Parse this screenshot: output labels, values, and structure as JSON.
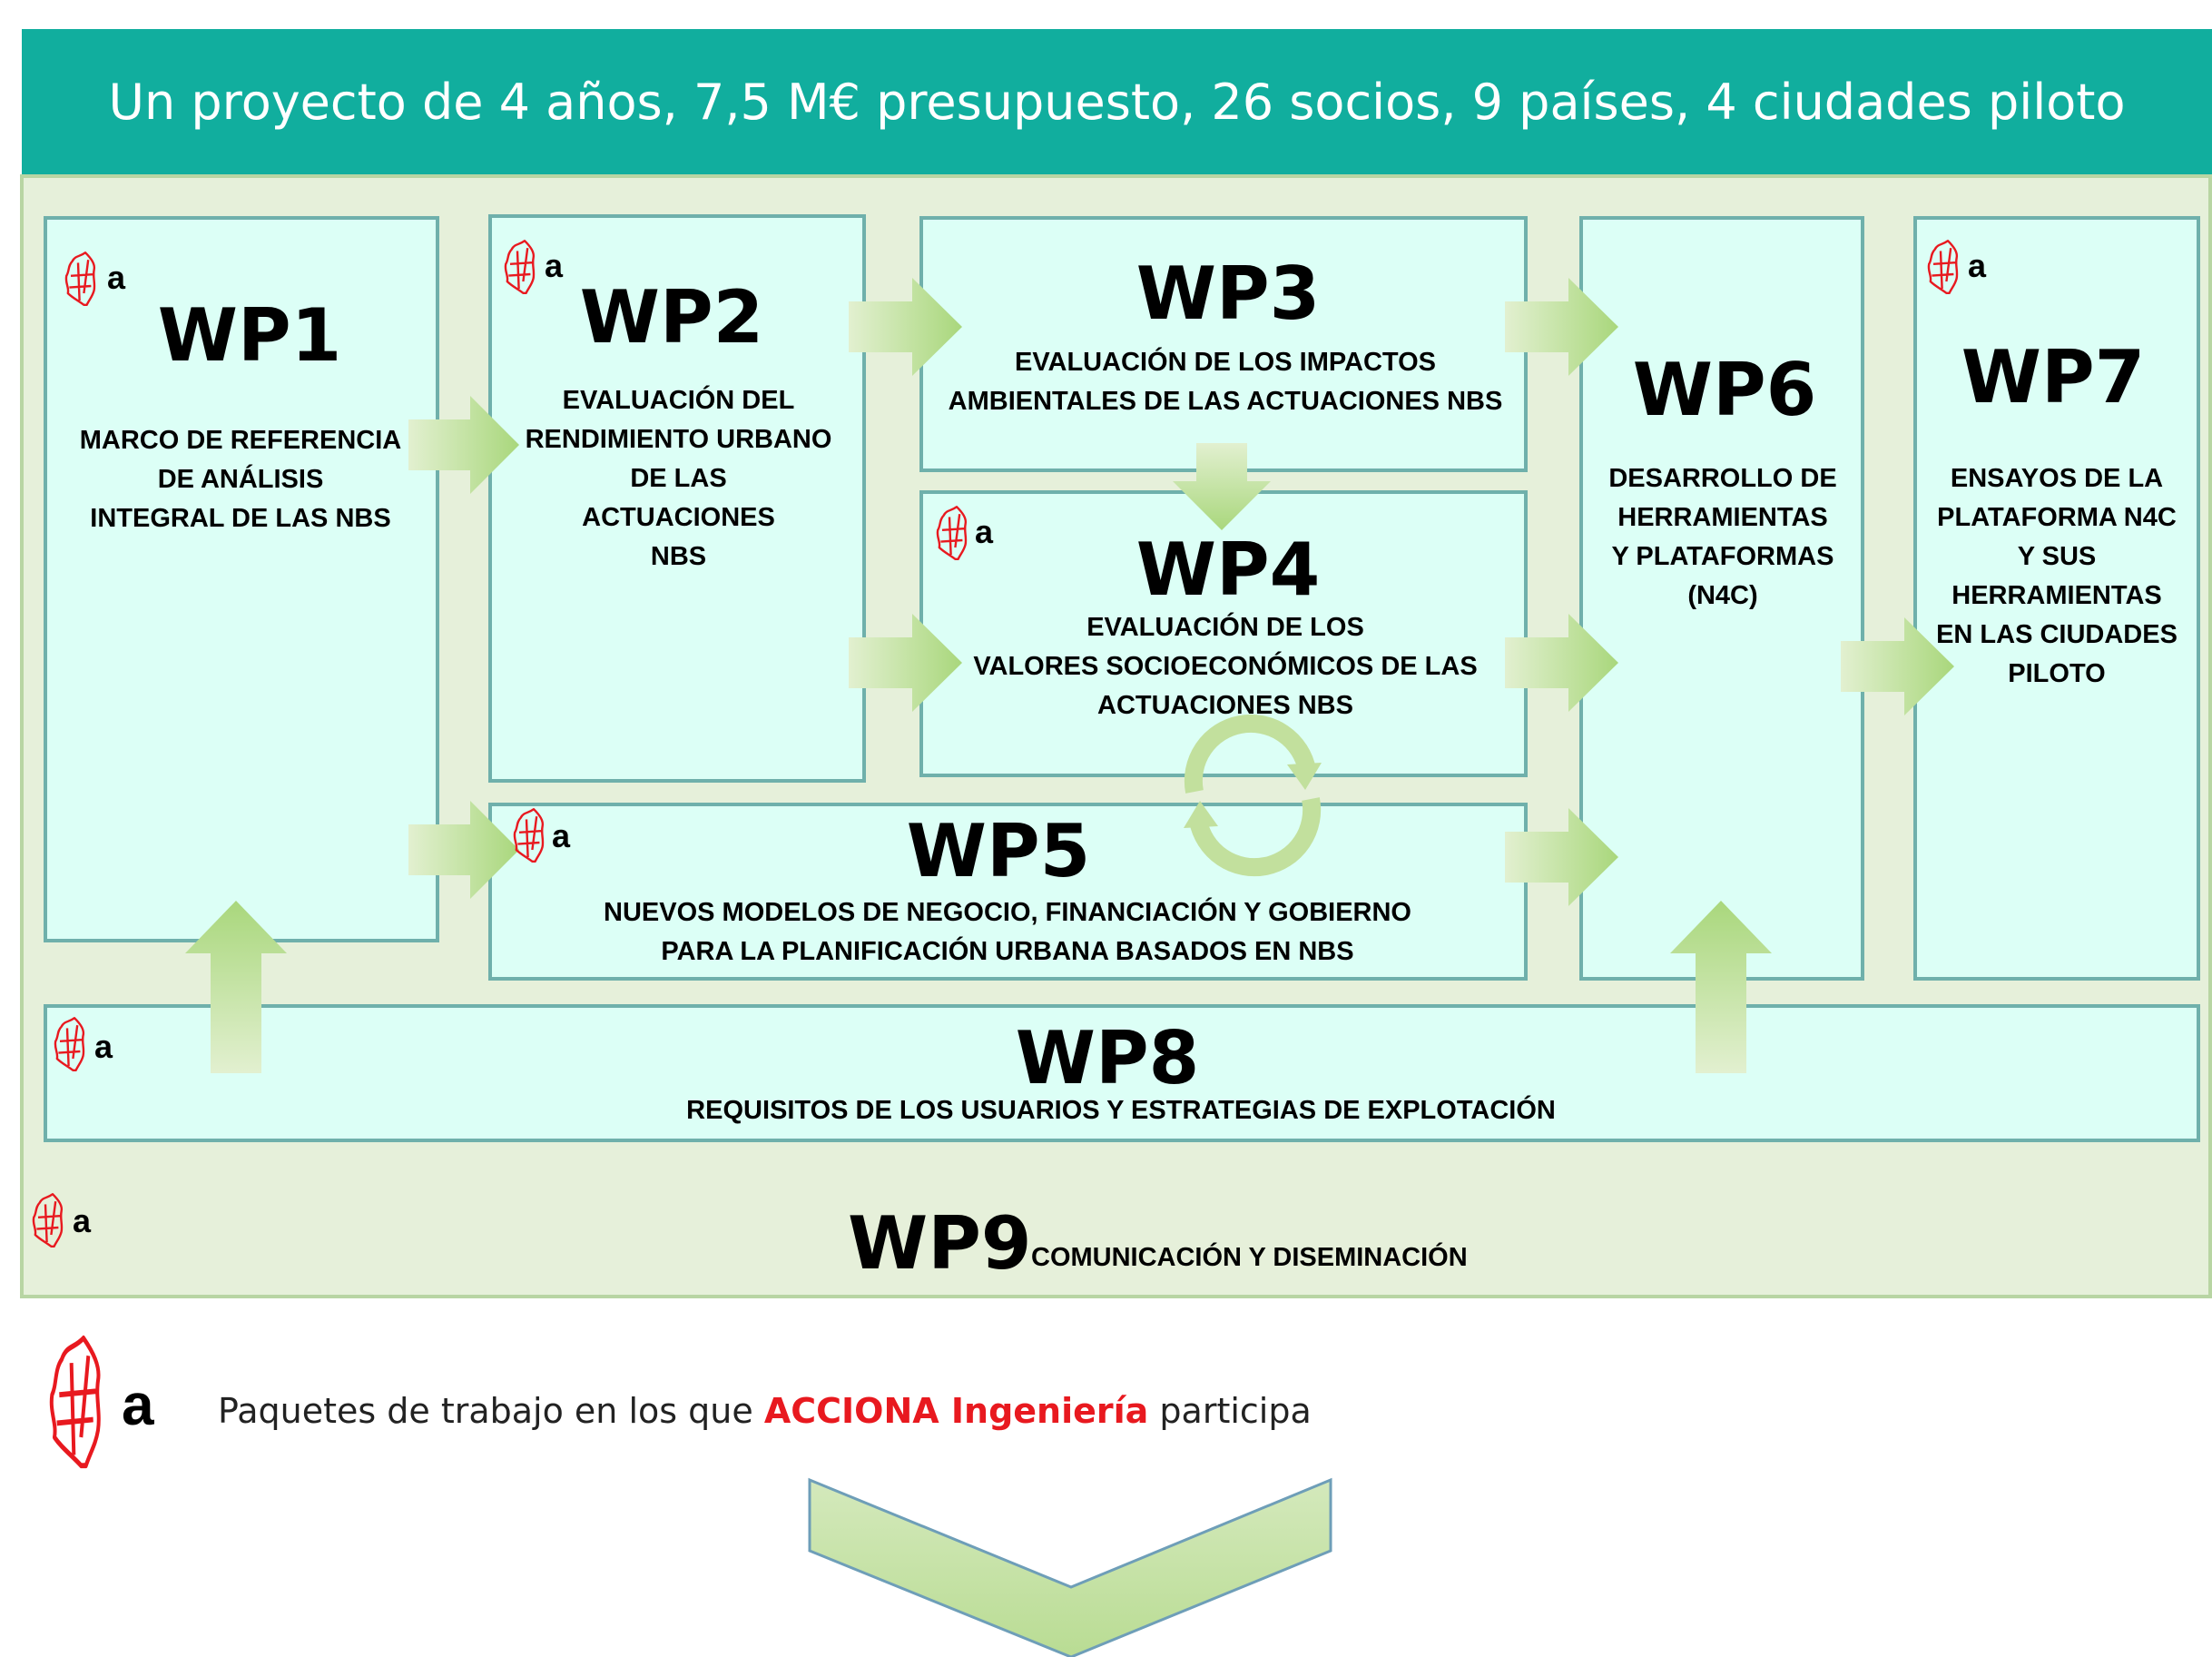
{
  "banner": {
    "text": "Un proyecto de 4 años, 7,5 M€ presupuesto, 26 socios, 9 países, 4 ciudades piloto",
    "color": "#11ae9e"
  },
  "work_packages": [
    {
      "id": "WP1",
      "description": "MARCO DE REFERENCIA\nDE ANÁLISIS\nINTEGRAL DE LAS NBS",
      "accionaParticipates": true
    },
    {
      "id": "WP2",
      "description": "EVALUACIÓN DEL\nRENDIMIENTO URBANO\nDE LAS\nACTUACIONES\nNBS",
      "accionaParticipates": true
    },
    {
      "id": "WP3",
      "description": "EVALUACIÓN DE LOS IMPACTOS\nAMBIENTALES DE LAS ACTUACIONES NBS",
      "accionaParticipates": false
    },
    {
      "id": "WP4",
      "description": "EVALUACIÓN DE LOS\nVALORES SOCIOECONÓMICOS DE LAS\nACTUACIONES NBS",
      "accionaParticipates": true
    },
    {
      "id": "WP5",
      "description": "NUEVOS MODELOS DE NEGOCIO, FINANCIACIÓN Y  GOBIERNO\nPARA LA PLANIFICACIÓN URBANA BASADOS EN NBS",
      "accionaParticipates": true
    },
    {
      "id": "WP6",
      "description": "DESARROLLO DE\nHERRAMIENTAS\nY PLATAFORMAS\n(N4C)",
      "accionaParticipates": false
    },
    {
      "id": "WP7",
      "description": "ENSAYOS DE LA\nPLATAFORMA N4C\nY SUS\nHERRAMIENTAS\nEN LAS CIUDADES\nPILOTO",
      "accionaParticipates": true
    },
    {
      "id": "WP8",
      "description": "REQUISITOS DE LOS USUARIOS Y ESTRATEGIAS DE EXPLOTACIÓN",
      "accionaParticipates": true
    },
    {
      "id": "WP9",
      "description": "COMUNICACIÓN Y DISEMINACIÓN",
      "accionaParticipates": true
    }
  ],
  "logo": {
    "letter": "a",
    "icon": "acciona-leaf-logo-icon",
    "color": "#e8191f"
  },
  "legend": {
    "text_before": "Paquetes de trabajo en los que",
    "brand": "ACCIONA Ingeniería",
    "text_after": "participa"
  },
  "colors": {
    "box_fill": "#dcfff6",
    "box_border": "#6fb0ab",
    "area_fill": "#e6f0da",
    "arrow": "#bedd98"
  }
}
